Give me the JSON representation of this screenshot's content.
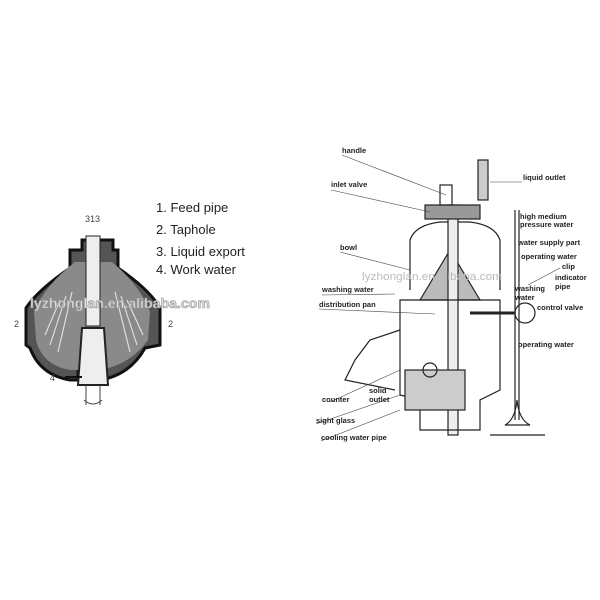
{
  "left_diagram": {
    "legend": [
      "1. Feed pipe",
      "2. Taphole",
      "3. Liquid export",
      "4. Work water"
    ],
    "callouts": {
      "top": "313",
      "left": "2",
      "right": "2",
      "bottom": "4"
    },
    "watermark": "lyzhonglan.en.alibaba.com"
  },
  "right_diagram": {
    "labels": {
      "handle": "handle",
      "inlet_valve": "inlet valve",
      "liquid_outlet": "liquid outlet",
      "high_medium_1": "high medium",
      "high_medium_2": "pressure water",
      "water_supply": "water supply part",
      "operating_water_top": "operating water",
      "clip": "clip",
      "indicator_1": "indicator",
      "indicator_2": "pipe",
      "bowl": "bowl",
      "washing_water_left": "washing water",
      "washing_water_right_1": "washing",
      "washing_water_right_2": "water",
      "distribution_pan": "distribution pan",
      "control_valve": "control valve",
      "operating_water_bottom": "operating water",
      "solid_outlet_1": "solid",
      "solid_outlet_2": "outlet",
      "counter": "counter",
      "sight_glass": "sight glass",
      "cooling_water_pipe": "cooling water pipe"
    },
    "watermark": "lyzhonglan.en.alibaba.com"
  }
}
